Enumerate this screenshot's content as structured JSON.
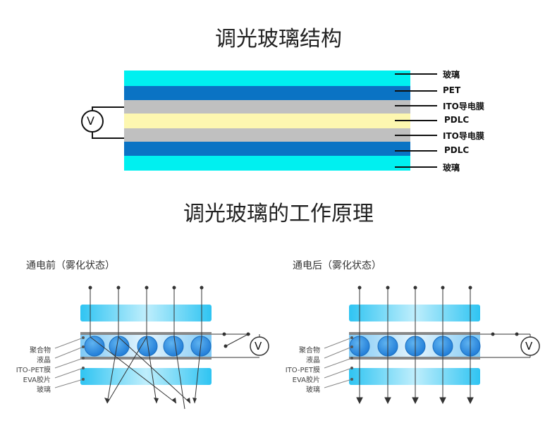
{
  "structure": {
    "title": "调光玻璃结构",
    "layers": [
      {
        "name": "glass-top",
        "color": "#00f0f0"
      },
      {
        "name": "pet-top",
        "color": "#0a73c4"
      },
      {
        "name": "ito-top",
        "color": "#c0c0c0"
      },
      {
        "name": "pdlc",
        "color": "#fdf7b0"
      },
      {
        "name": "ito-bottom",
        "color": "#c0c0c0"
      },
      {
        "name": "pet-bottom",
        "color": "#0a73c4"
      },
      {
        "name": "glass-bottom",
        "color": "#00f0f0"
      }
    ],
    "labels": [
      "玻璃",
      "PET",
      "ITO导电膜",
      "PDLC",
      "ITO导电膜",
      "PDLC",
      "玻璃"
    ],
    "voltmeter": "V"
  },
  "principle": {
    "title": "调光玻璃的工作原理",
    "off": {
      "title": "通电前（雾化状态）",
      "labels": [
        "聚合物",
        "液晶",
        "ITO-PET膜",
        "EVA胶片",
        "玻璃"
      ],
      "voltmeter": "V"
    },
    "on": {
      "title": "通电后（雾化状态）",
      "labels": [
        "聚合物",
        "液晶",
        "ITO-PET膜",
        "EVA胶片",
        "玻璃"
      ],
      "voltmeter": "V"
    }
  },
  "colors": {
    "glass": "#00f0f0",
    "pet": "#0a73c4",
    "ito": "#c0c0c0",
    "pdlc": "#fdf7b0",
    "droplet": "#2d8fe0",
    "droplet_edge": "#1a6fc0",
    "panel": "#35c8f0",
    "polymer": "#bfe4fa"
  }
}
